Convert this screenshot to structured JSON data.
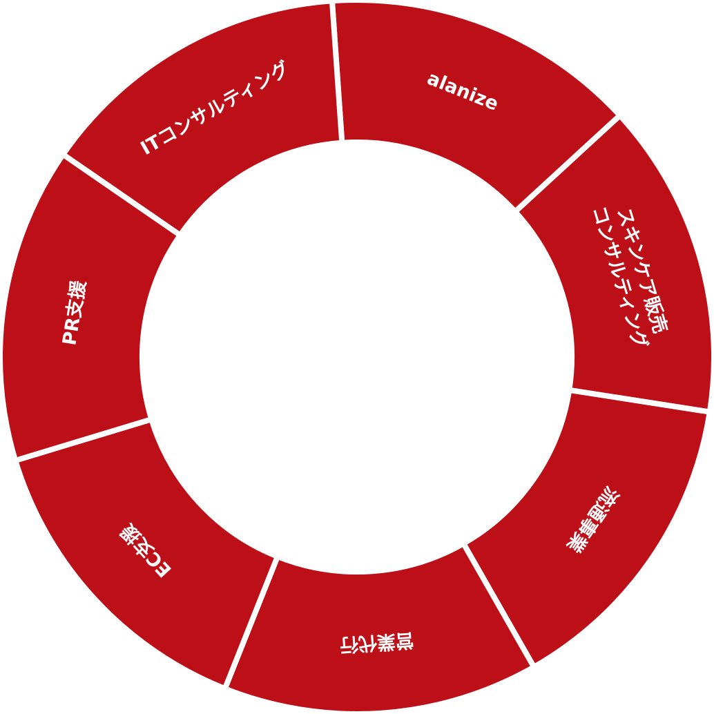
{
  "diagram": {
    "segments": [
      {
        "lines": [
          "alanize"
        ]
      },
      {
        "lines": [
          "スキンケア販売",
          "コンサルティング"
        ]
      },
      {
        "lines": [
          "流通事業"
        ]
      },
      {
        "lines": [
          "営業代行"
        ]
      },
      {
        "lines": [
          "EC支援"
        ]
      },
      {
        "lines": [
          "PR支援"
        ]
      },
      {
        "lines": [
          "ITコンサルティング"
        ]
      }
    ],
    "colors": {
      "segment_fill": "#bd0f18",
      "separator": "#ffffff",
      "label": "#ffffff",
      "background": "#ffffff"
    }
  }
}
